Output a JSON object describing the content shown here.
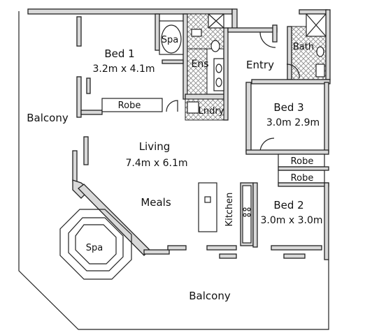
{
  "rooms": {
    "bed1": {
      "name": "Bed 1",
      "size": "3.2m x 4.1m"
    },
    "ens": {
      "name": "Ens"
    },
    "spa_ensuite": {
      "name": "Spa"
    },
    "entry": {
      "name": "Entry"
    },
    "bath": {
      "name": "Bath"
    },
    "robe1": {
      "name": "Robe"
    },
    "lndry": {
      "name": "Lndry"
    },
    "balcony_left": {
      "name": "Balcony"
    },
    "bed3": {
      "name": "Bed 3",
      "size": "3.0m 2.9m"
    },
    "living": {
      "name": "Living",
      "size": "7.4m x 6.1m"
    },
    "robe3": {
      "name": "Robe"
    },
    "robe2": {
      "name": "Robe"
    },
    "meals": {
      "name": "Meals"
    },
    "kitchen": {
      "name": "Kitchen"
    },
    "bed2": {
      "name": "Bed 2",
      "size": "3.0m x 3.0m"
    },
    "spa_balcony": {
      "name": "Spa"
    },
    "balcony_bottom": {
      "name": "Balcony"
    }
  },
  "colors": {
    "wall": "#d9d9d9",
    "line": "#222222",
    "tile": "#9a9a9a"
  }
}
